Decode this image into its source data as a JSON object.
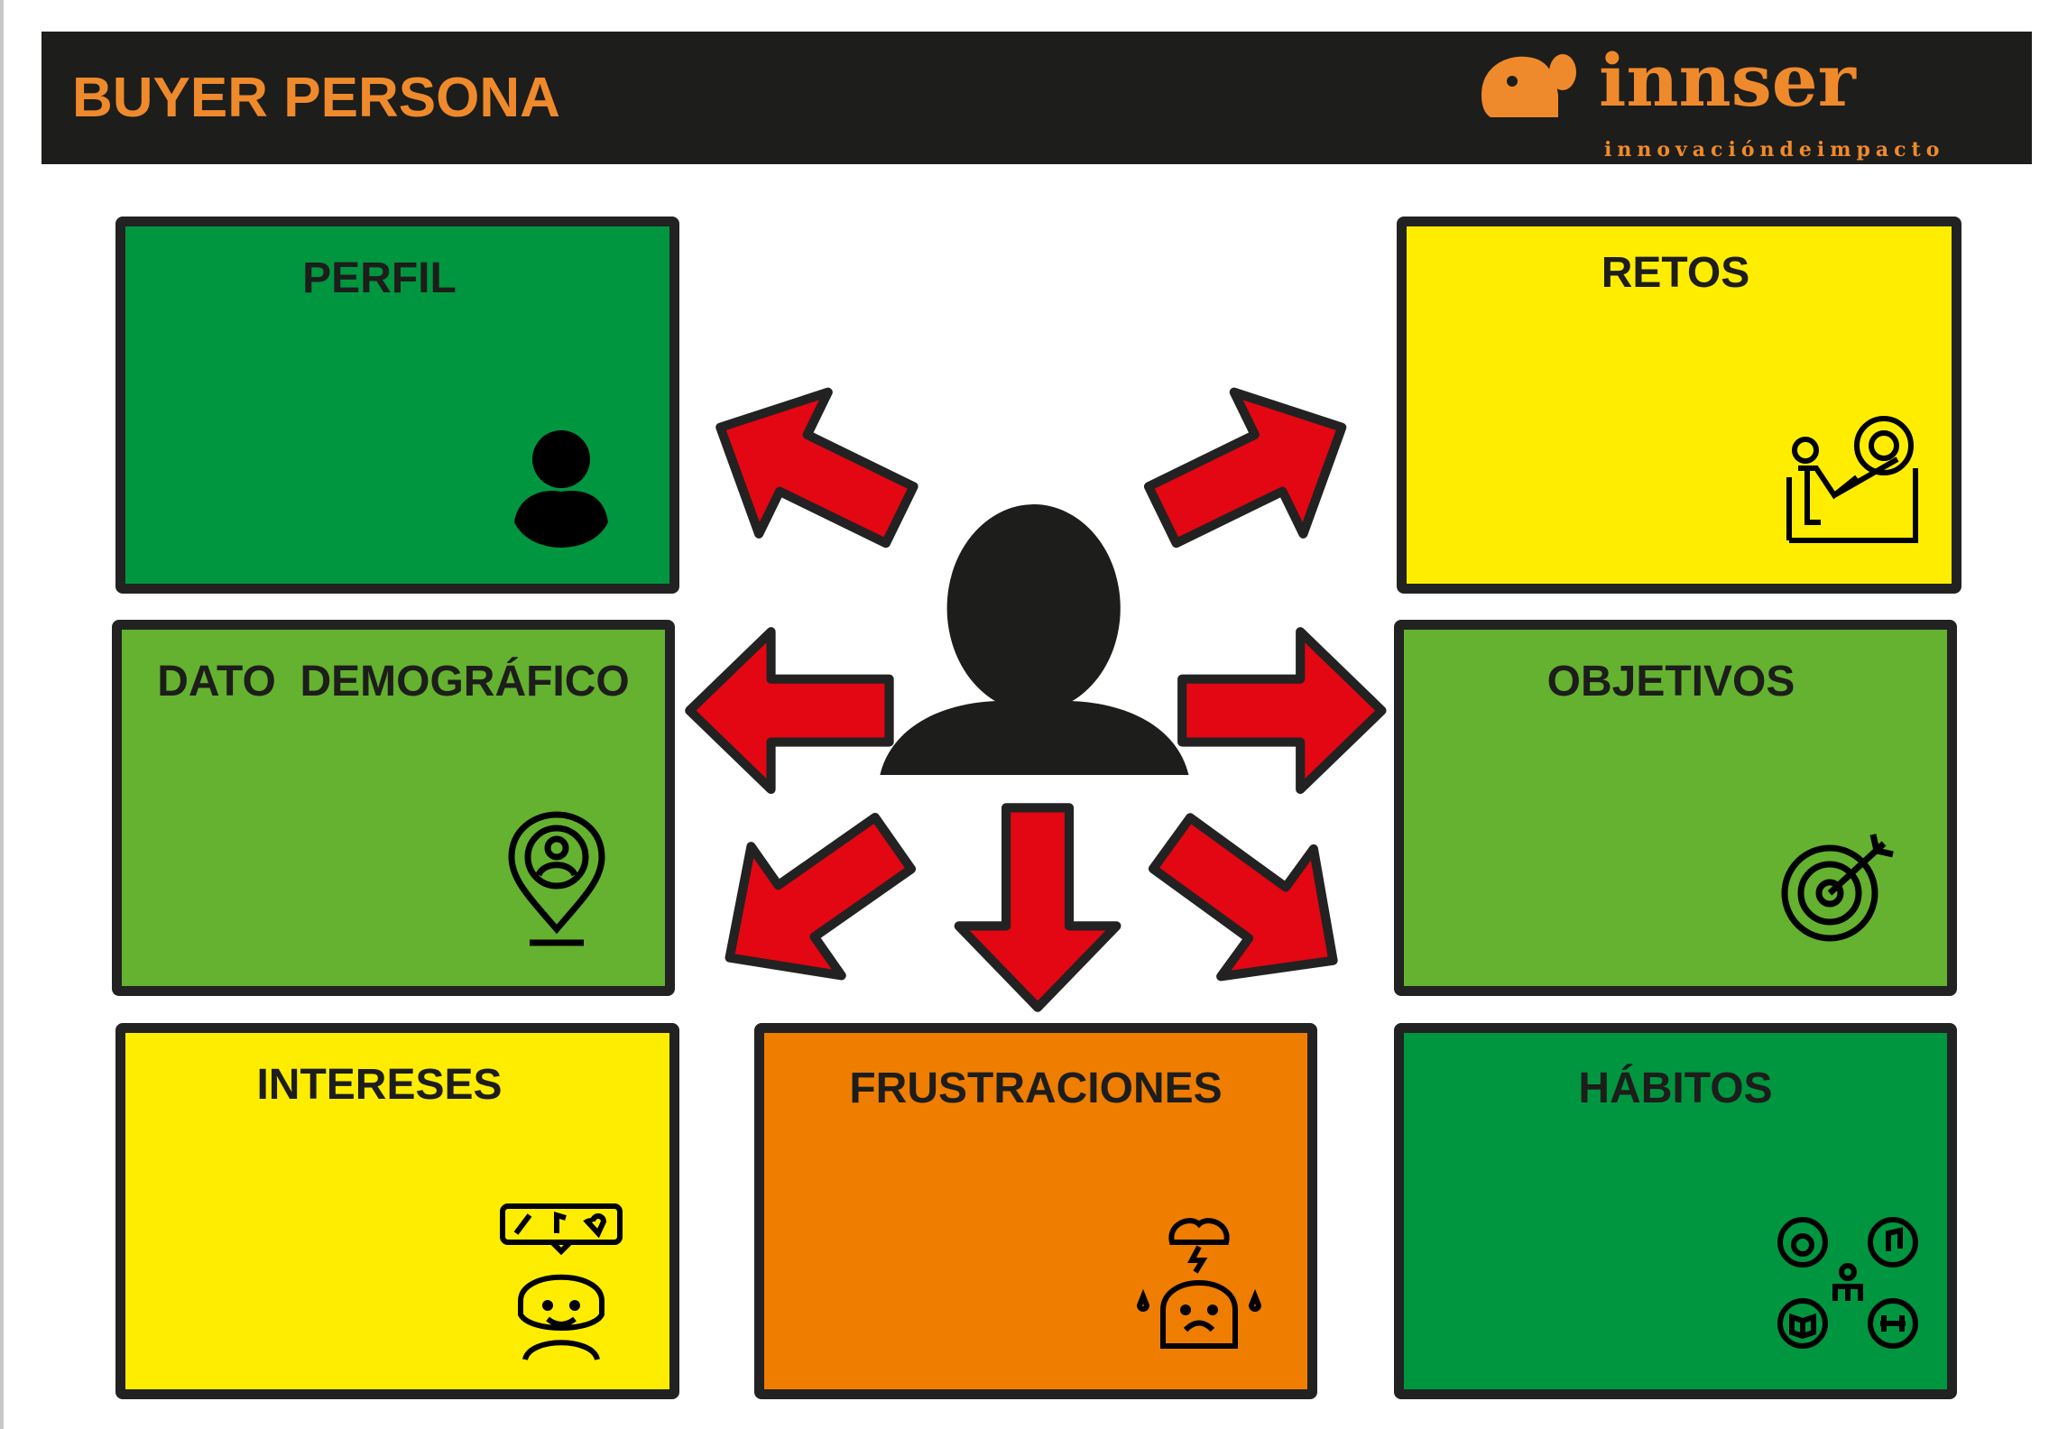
{
  "header": {
    "title": "BUYER PERSONA",
    "logo_text": "innser",
    "logo_tagline": "innovacióndeimpacto"
  },
  "colors": {
    "header_bg": "#1d1d1b",
    "accent_orange": "#ef8a2c",
    "dark_green": "#009640",
    "light_green": "#64b22f",
    "yellow": "#ffed00",
    "orange": "#ef7d00",
    "arrow_red": "#e30613"
  },
  "boxes": [
    {
      "label": "PERFIL",
      "icon": "person-icon"
    },
    {
      "label": "RETOS",
      "icon": "climbing-gear-icon"
    },
    {
      "label": "DATO  DEMOGRÁFICO",
      "icon": "location-pin-person-icon"
    },
    {
      "label": "OBJETIVOS",
      "icon": "target-icon"
    },
    {
      "label": "INTERESES",
      "icon": "person-interests-icon"
    },
    {
      "label": "FRUSTRACIONES",
      "icon": "frustrated-person-icon"
    },
    {
      "label": "HÁBITOS",
      "icon": "habits-icon"
    }
  ],
  "center": {
    "icon": "buyer-person-icon"
  }
}
